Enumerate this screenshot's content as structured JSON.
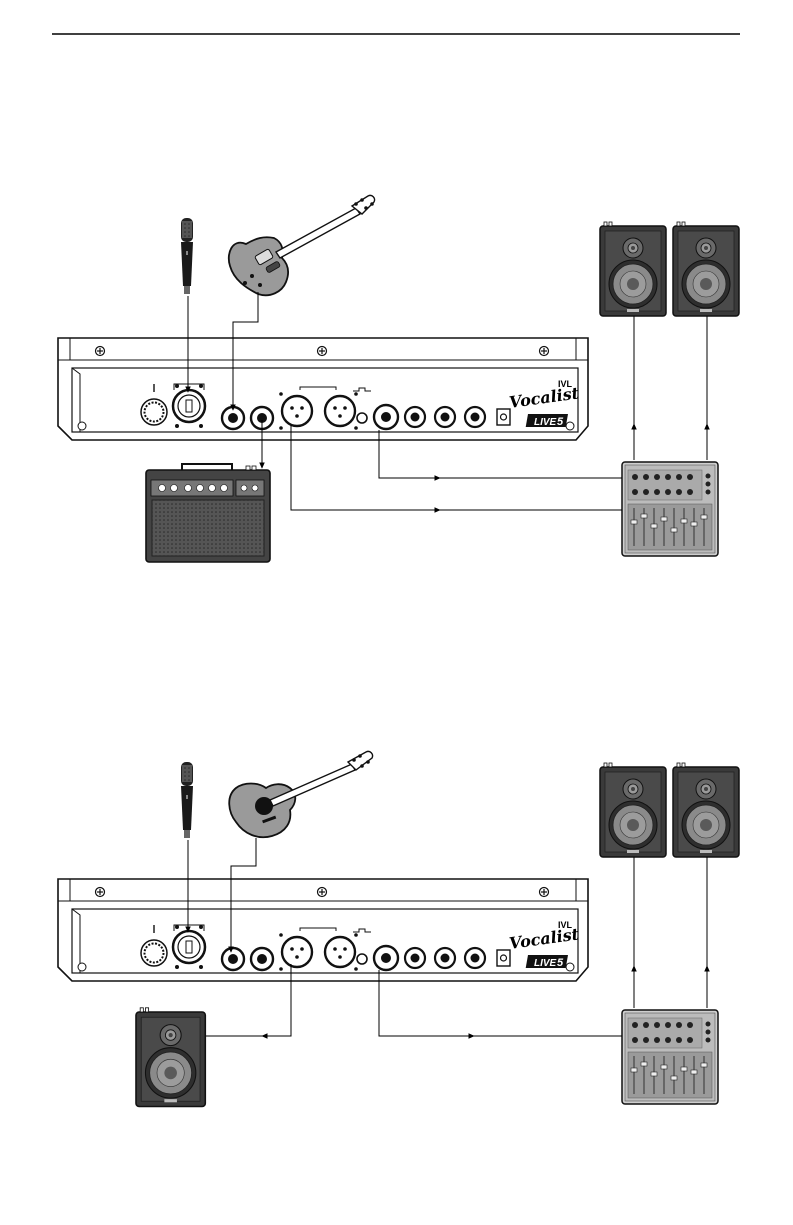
{
  "device": {
    "brand_logo": "Vocalist",
    "model_badge": "LIVE",
    "model_number": "5",
    "maker_logo": "IVL"
  },
  "icons": {
    "microphone": "microphone-icon",
    "electric_guitar": "electric-guitar-icon",
    "acoustic_guitar": "acoustic-guitar-icon",
    "guitar_amp": "guitar-amp-icon",
    "speaker": "speaker-cabinet-icon",
    "mixer": "mixer-icon"
  },
  "diagrams": [
    {
      "id": "setup-1",
      "instrument": "electric-guitar",
      "connections": [
        "microphone -> mic input",
        "electric guitar -> guitar input",
        "guitar thru -> guitar amplifier",
        "main outputs -> mixer",
        "mixer -> main speakers"
      ]
    },
    {
      "id": "setup-2",
      "instrument": "acoustic-guitar",
      "connections": [
        "microphone -> mic input",
        "acoustic guitar -> guitar input",
        "monitor output -> monitor speaker",
        "main output -> mixer",
        "mixer -> main speakers"
      ]
    }
  ],
  "colors": {
    "line": "#000000",
    "device_face": "#ffffff",
    "speaker_body": "#3a3a3a",
    "speaker_cone": "#8a8a8a",
    "guitar_body": "#9a9a9a",
    "mixer_face": "#c8c8c8"
  }
}
